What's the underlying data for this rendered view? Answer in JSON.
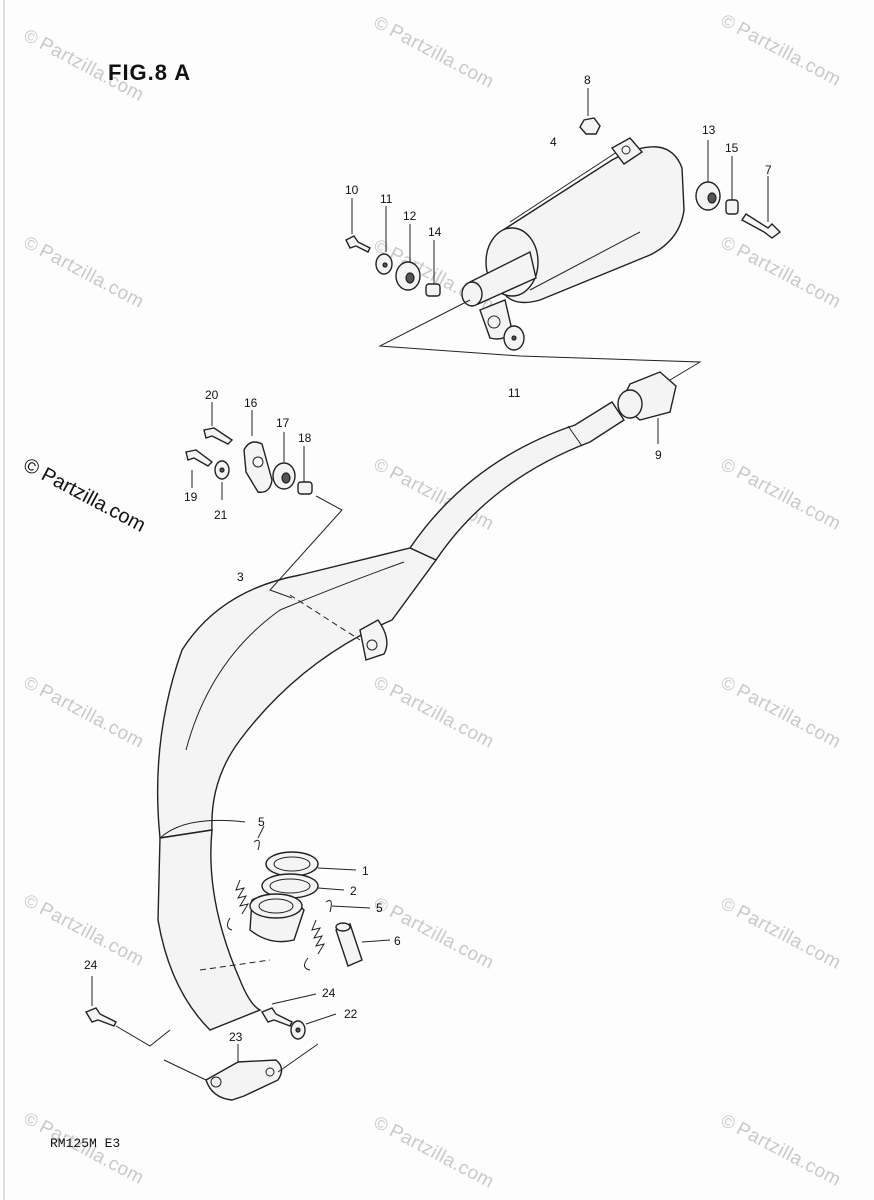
{
  "figure": {
    "title": "FIG.8 A",
    "model_code": "RM125M E3"
  },
  "watermark": {
    "text": "Partzilla.com",
    "symbol": "©"
  },
  "brand_badge": {
    "text": "Partzilla.com",
    "symbol": "©"
  },
  "callouts": [
    "1",
    "2",
    "3",
    "4",
    "5",
    "5",
    "6",
    "7",
    "8",
    "9",
    "10",
    "11",
    "11",
    "12",
    "13",
    "14",
    "15",
    "16",
    "17",
    "18",
    "19",
    "20",
    "21",
    "22",
    "23",
    "24",
    "24"
  ],
  "colors": {
    "line": "#222222",
    "watermark": "#c9c9c9"
  }
}
